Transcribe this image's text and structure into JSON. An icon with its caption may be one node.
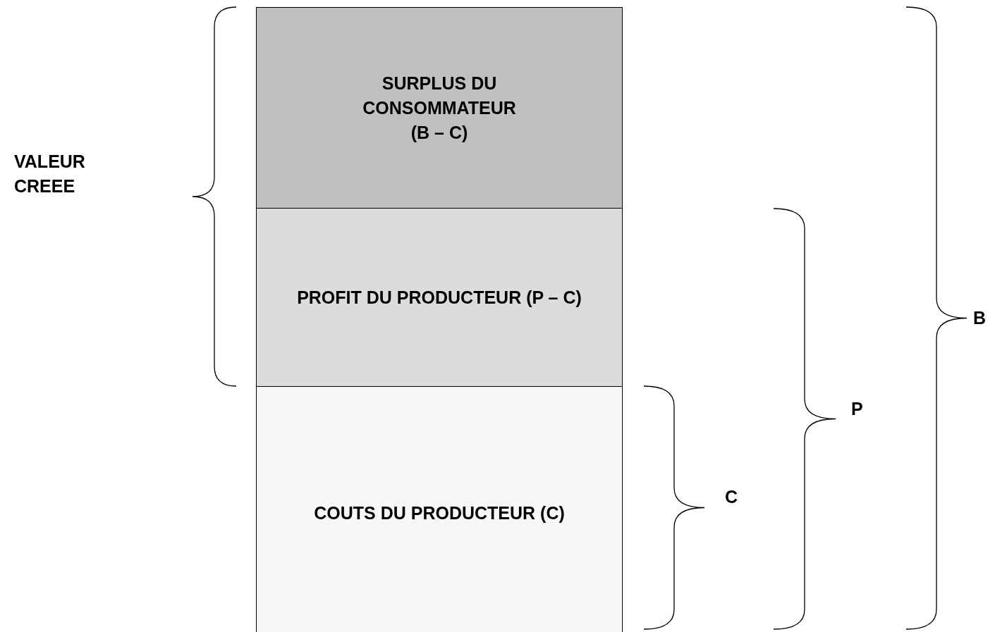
{
  "diagram": {
    "nodes": [
      {
        "text": [
          "SURPLUS DU CONSOMMATEUR (B – C)"
        ]
      },
      {
        "text": [
          "PROFIT DU PRODUCTEUR (P – C)"
        ]
      },
      {
        "text": [
          "COUTS DU PRODUCTEUR (C)"
        ]
      }
    ],
    "labels": [
      "VALEUR CREEE",
      "B",
      "P",
      "C"
    ]
  }
}
